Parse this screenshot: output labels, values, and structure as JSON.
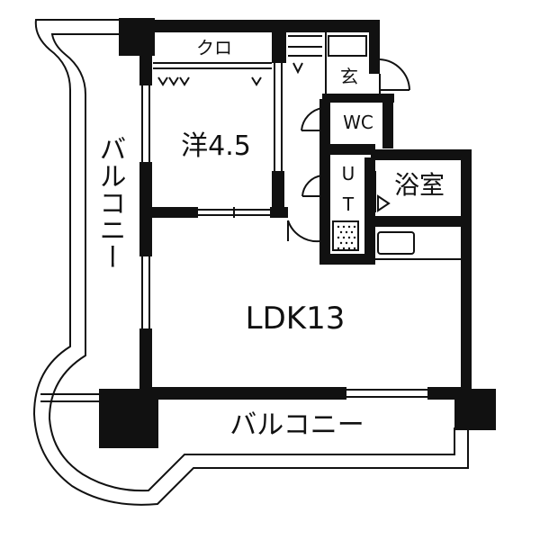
{
  "rooms": {
    "closet": "クロ",
    "entrance": "玄",
    "wc": "WC",
    "western": "洋4.5",
    "bath": "浴室",
    "utility_u": "U",
    "utility_t": "T",
    "balcony_west": "バルコニー",
    "ldk": "LDK13",
    "balcony_south": "バルコニー"
  },
  "colors": {
    "wall": "#111111",
    "background": "#ffffff",
    "line": "#111111"
  }
}
